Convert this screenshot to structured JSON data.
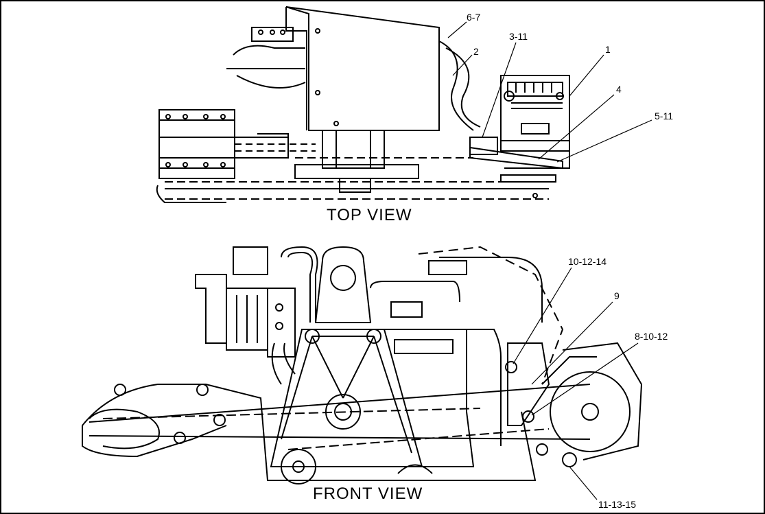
{
  "views": {
    "top": {
      "label": "TOP VIEW"
    },
    "front": {
      "label": "FRONT VIEW"
    }
  },
  "callouts": {
    "c_6_7": "6-7",
    "c_2": "2",
    "c_3_11": "3-11",
    "c_1": "1",
    "c_4": "4",
    "c_5_11": "5-11",
    "c_10_12_14": "10-12-14",
    "c_9": "9",
    "c_8_10_12": "8-10-12",
    "c_11_13_15": "11-13-15"
  },
  "colors": {
    "line": "#000000",
    "background": "#ffffff"
  }
}
